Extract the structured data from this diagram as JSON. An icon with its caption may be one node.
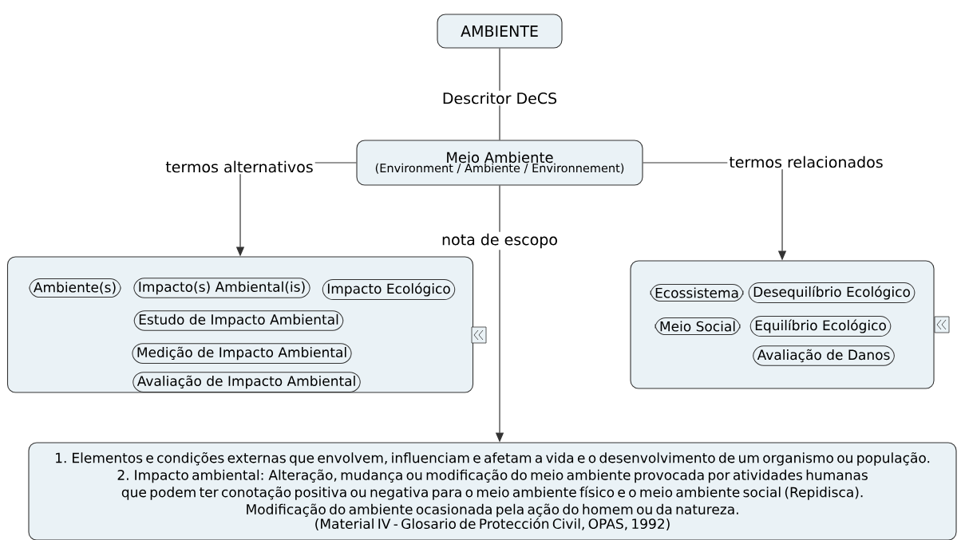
{
  "diagram": {
    "nodes": [
      {
        "text": [
          "AMBIENTE"
        ]
      },
      {
        "text": [
          "Meio Ambiente",
          "(Environment / Ambiente / Environnement)"
        ]
      },
      {
        "text": [],
        "shape": "box"
      },
      {
        "text": [
          "Ambiente(s)"
        ],
        "in": 2
      },
      {
        "text": [
          "Impacto(s) Ambiental(is)"
        ],
        "in": 2
      },
      {
        "text": [
          "Impacto Ecológico"
        ],
        "in": 2
      },
      {
        "text": [
          "Estudo de Impacto Ambiental"
        ],
        "in": 2
      },
      {
        "text": [
          "Medição de Impacto Ambiental"
        ],
        "in": 2
      },
      {
        "text": [
          "Avaliação de Impacto Ambiental"
        ],
        "in": 2
      },
      {
        "text": [],
        "shape": "box"
      },
      {
        "text": [
          "Ecossistema"
        ],
        "in": 9
      },
      {
        "text": [
          "Desequilíbrio Ecológico"
        ],
        "in": 9
      },
      {
        "text": [
          "Meio Social"
        ],
        "in": 9
      },
      {
        "text": [
          "Equilíbrio Ecológico"
        ],
        "in": 9
      },
      {
        "text": [
          "Avaliação de Danos"
        ],
        "in": 9
      },
      {
        "text": [
          "1. Elementos e condições externas que envolvem, influenciam e afetam a vida e o desenvolvimento de um organismo ou população.",
          "2. Impacto ambiental: Alteração, mudança ou modificação do meio ambiente provocada por atividades humanas que podem ter conotação positiva ou negativa para o meio ambiente físico e o meio ambiente social (Repidisca).",
          "Modificação do ambiente ocasionada pela ação do homem ou da natureza.",
          "(Material IV - Glosario de Protección Civil, OPAS, 1992)"
        ]
      }
    ],
    "edges": [
      {
        "from": 0,
        "to": 1,
        "arrow": "none",
        "label": "Descritor DeCS"
      },
      {
        "from": 1,
        "to": 2,
        "arrow": "to",
        "label": "termos alternativos"
      },
      {
        "from": 1,
        "to": 9,
        "arrow": "to",
        "label": "termos relacionados"
      },
      {
        "from": 1,
        "to": 15,
        "arrow": "to",
        "label": "nota de escopo"
      }
    ]
  }
}
